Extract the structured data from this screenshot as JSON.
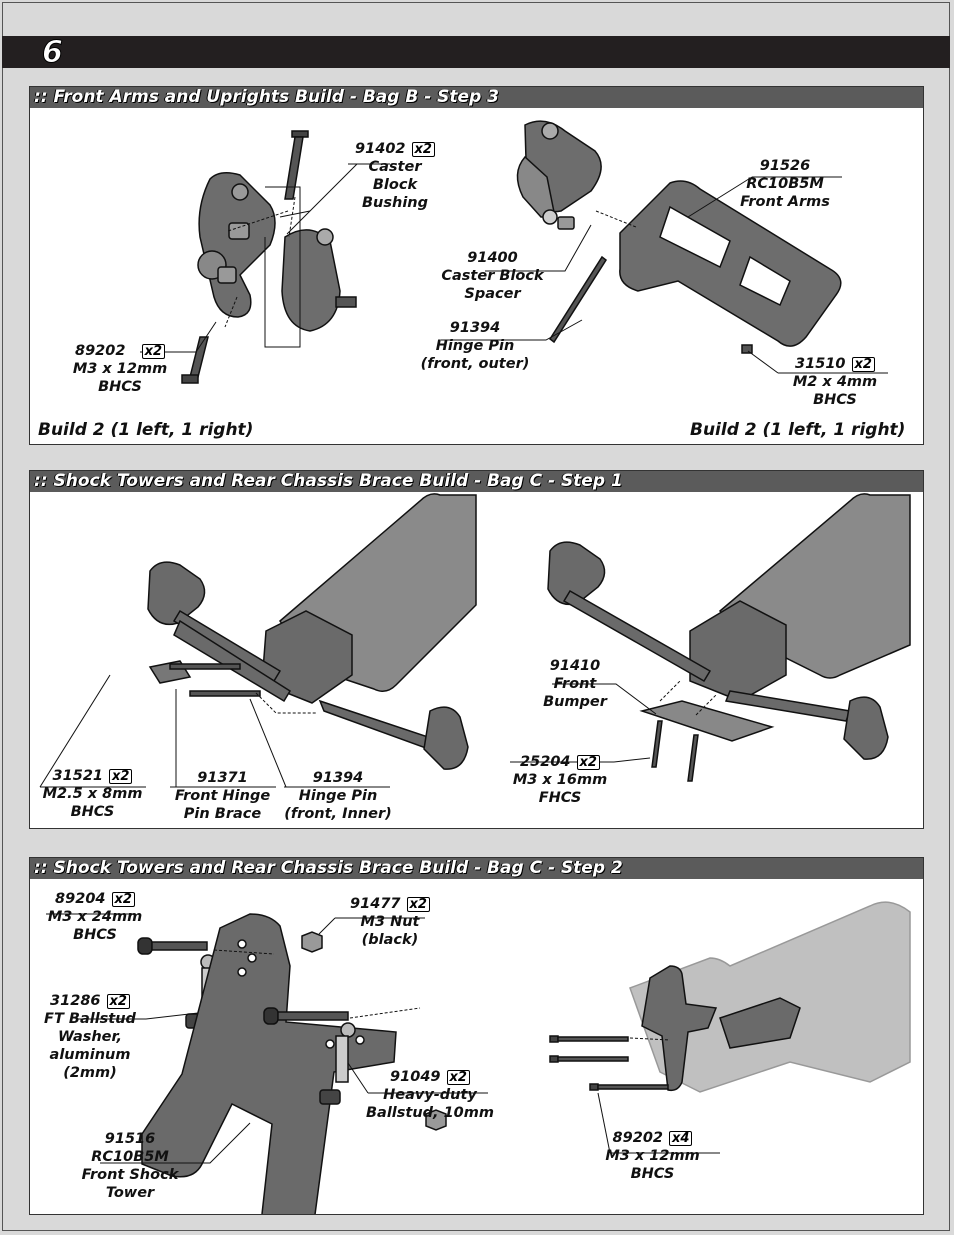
{
  "page": {
    "number": "6"
  },
  "step1": {
    "title": ":: Front Arms and Uprights Build - Bag B - Step 3",
    "build_left": "Build 2 (1 left, 1 right)",
    "build_right": "Build 2 (1 left, 1 right)",
    "parts": [
      {
        "number": "91402",
        "qty": "x2",
        "lines": [
          "Caster",
          "Block",
          "Bushing"
        ]
      },
      {
        "number": "89202",
        "qty": "x2",
        "lines": [
          "M3 x 12mm",
          "BHCS"
        ]
      },
      {
        "number": "91400",
        "qty": "",
        "lines": [
          "Caster Block",
          "Spacer"
        ]
      },
      {
        "number": "91394",
        "qty": "",
        "lines": [
          "Hinge Pin",
          "(front, outer)"
        ]
      },
      {
        "number": "91526",
        "qty": "",
        "lines": [
          "RC10B5M",
          "Front Arms"
        ]
      },
      {
        "number": "31510",
        "qty": "x2",
        "lines": [
          "M2 x 4mm",
          "BHCS"
        ]
      }
    ]
  },
  "step2": {
    "title": ":: Shock Towers and Rear Chassis Brace Build - Bag C - Step 1",
    "parts": [
      {
        "number": "31521",
        "qty": "x2",
        "lines": [
          "M2.5 x 8mm",
          "BHCS"
        ]
      },
      {
        "number": "91371",
        "qty": "",
        "lines": [
          "Front Hinge",
          "Pin Brace"
        ]
      },
      {
        "number": "91394",
        "qty": "",
        "lines": [
          "Hinge Pin",
          "(front, Inner)"
        ]
      },
      {
        "number": "91410",
        "qty": "",
        "lines": [
          "Front",
          "Bumper"
        ]
      },
      {
        "number": "25204",
        "qty": "x2",
        "lines": [
          "M3 x 16mm",
          "FHCS"
        ]
      }
    ]
  },
  "step3": {
    "title": ":: Shock Towers and Rear Chassis Brace Build - Bag C - Step 2",
    "parts": [
      {
        "number": "89204",
        "qty": "x2",
        "lines": [
          "M3 x 24mm",
          "BHCS"
        ]
      },
      {
        "number": "91477",
        "qty": "x2",
        "lines": [
          "M3 Nut",
          "(black)"
        ]
      },
      {
        "number": "31286",
        "qty": "x2",
        "lines": [
          "FT Ballstud",
          "Washer,",
          "aluminum",
          "(2mm)"
        ]
      },
      {
        "number": "91049",
        "qty": "x2",
        "lines": [
          "Heavy-duty",
          "Ballstud, 10mm"
        ]
      },
      {
        "number": "91516",
        "qty": "",
        "lines": [
          "RC10B5M",
          "Front Shock",
          "Tower"
        ]
      },
      {
        "number": "89202",
        "qty": "x4",
        "lines": [
          "M3 x 12mm",
          "BHCS"
        ]
      }
    ]
  }
}
